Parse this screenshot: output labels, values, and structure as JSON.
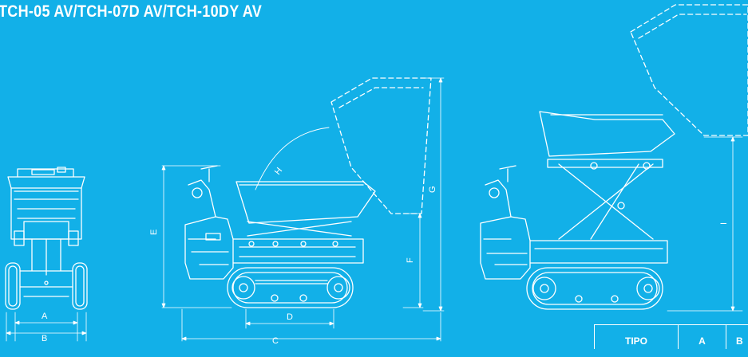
{
  "header": {
    "title": "TCH-05 AV/TCH-07D AV/TCH-10DY AV"
  },
  "dimensions": {
    "A": "A",
    "B": "B",
    "C": "C",
    "D": "D",
    "E": "E",
    "F": "F",
    "G": "G",
    "H": "H",
    "I": "I"
  },
  "table": {
    "col_tipo": "TIPO",
    "col_a": "A",
    "col_b": "B"
  },
  "colors": {
    "background": "#12b0e8",
    "lines": "#ffffff"
  }
}
